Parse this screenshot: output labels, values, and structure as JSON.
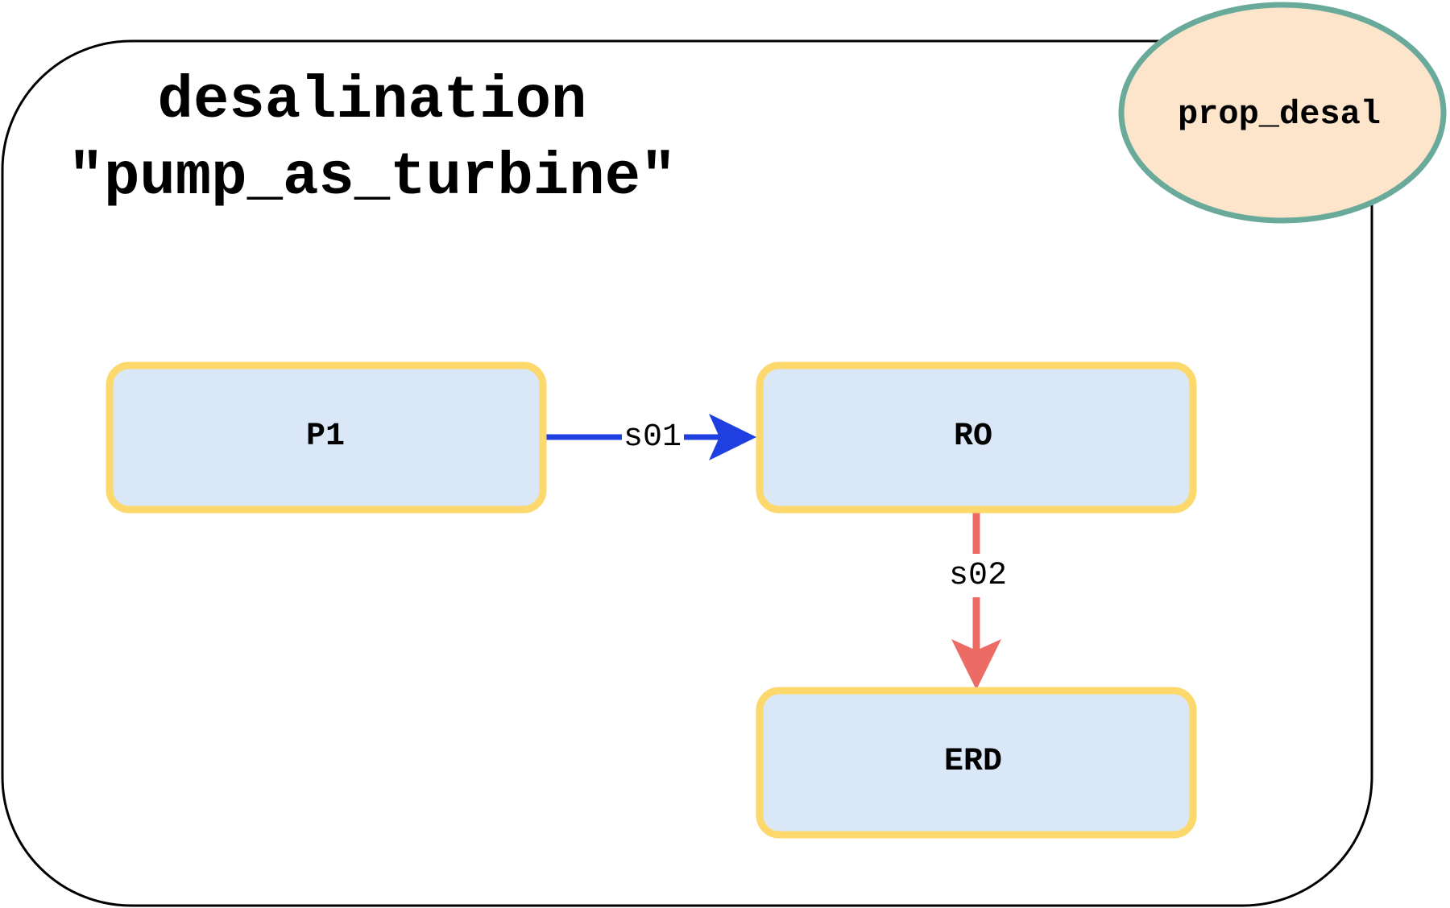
{
  "container": {
    "title_line1": "desalination",
    "title_line2": "\"pump_as_turbine\""
  },
  "property": {
    "label": "prop_desal",
    "fill": "#fde5cc",
    "stroke": "#6aaa9a"
  },
  "nodes": [
    {
      "id": "P1",
      "label": "P1"
    },
    {
      "id": "RO",
      "label": "RO"
    },
    {
      "id": "ERD",
      "label": "ERD"
    }
  ],
  "node_style": {
    "fill": "#dae7f7",
    "stroke": "#fdd86c"
  },
  "edges": [
    {
      "id": "s01",
      "label": "s01",
      "from": "P1",
      "to": "RO",
      "color": "#1f3fe0"
    },
    {
      "id": "s02",
      "label": "s02",
      "from": "RO",
      "to": "ERD",
      "color": "#ec6b65"
    }
  ]
}
